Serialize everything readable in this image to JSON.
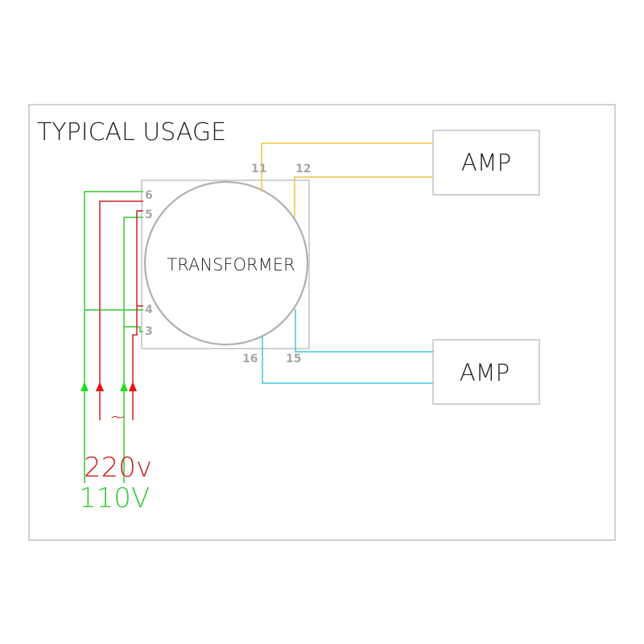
{
  "title": "TYPICAL USAGE",
  "transformer": {
    "label": "TRANSFORMER"
  },
  "amps": {
    "top_label": "AMP",
    "bottom_label": "AMP"
  },
  "pins": {
    "p6": "6",
    "p5": "5",
    "p4": "4",
    "p3": "3",
    "p11": "11",
    "p12": "12",
    "p16": "16",
    "p15": "15"
  },
  "voltages": {
    "v220": "220v",
    "v110": "110V"
  },
  "ac_symbol": "~",
  "colors": {
    "frame": "#b4b4b4",
    "text": "#222222",
    "pin_label": "#a8a8a8",
    "green": "#33cc33",
    "red": "#cc2222",
    "arrow_green": "#22dd22",
    "arrow_red": "#ee1111",
    "yellow": "#eec640",
    "cyan": "#40c8d8",
    "circle": "#b0b0b0"
  }
}
